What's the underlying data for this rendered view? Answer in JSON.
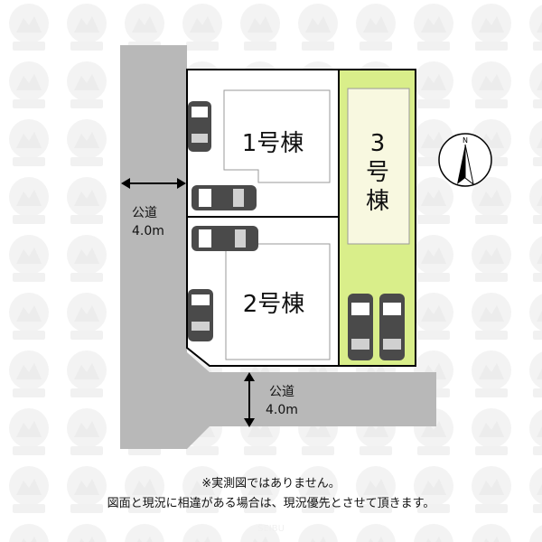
{
  "plots": {
    "plot1_label": "1号棟",
    "plot2_label": "2号棟",
    "plot3_label_lines": [
      "3",
      "号",
      "棟"
    ]
  },
  "roads": {
    "west": {
      "name": "公道",
      "width": "4.0m"
    },
    "south": {
      "name": "公道",
      "width": "4.0m"
    }
  },
  "watermark": {
    "text": "SEIBU"
  },
  "compass": {
    "north_label": "N"
  },
  "notes": {
    "line1": "※実測図ではありません。",
    "line2": "図面と現況に相違がある場合は、現況優先とさせて頂きます。"
  },
  "colors": {
    "road": "#b8b8b8",
    "plot3_fill": "#d9ee8a",
    "lot_border": "#000000",
    "car_body": "#4a4a4a"
  }
}
